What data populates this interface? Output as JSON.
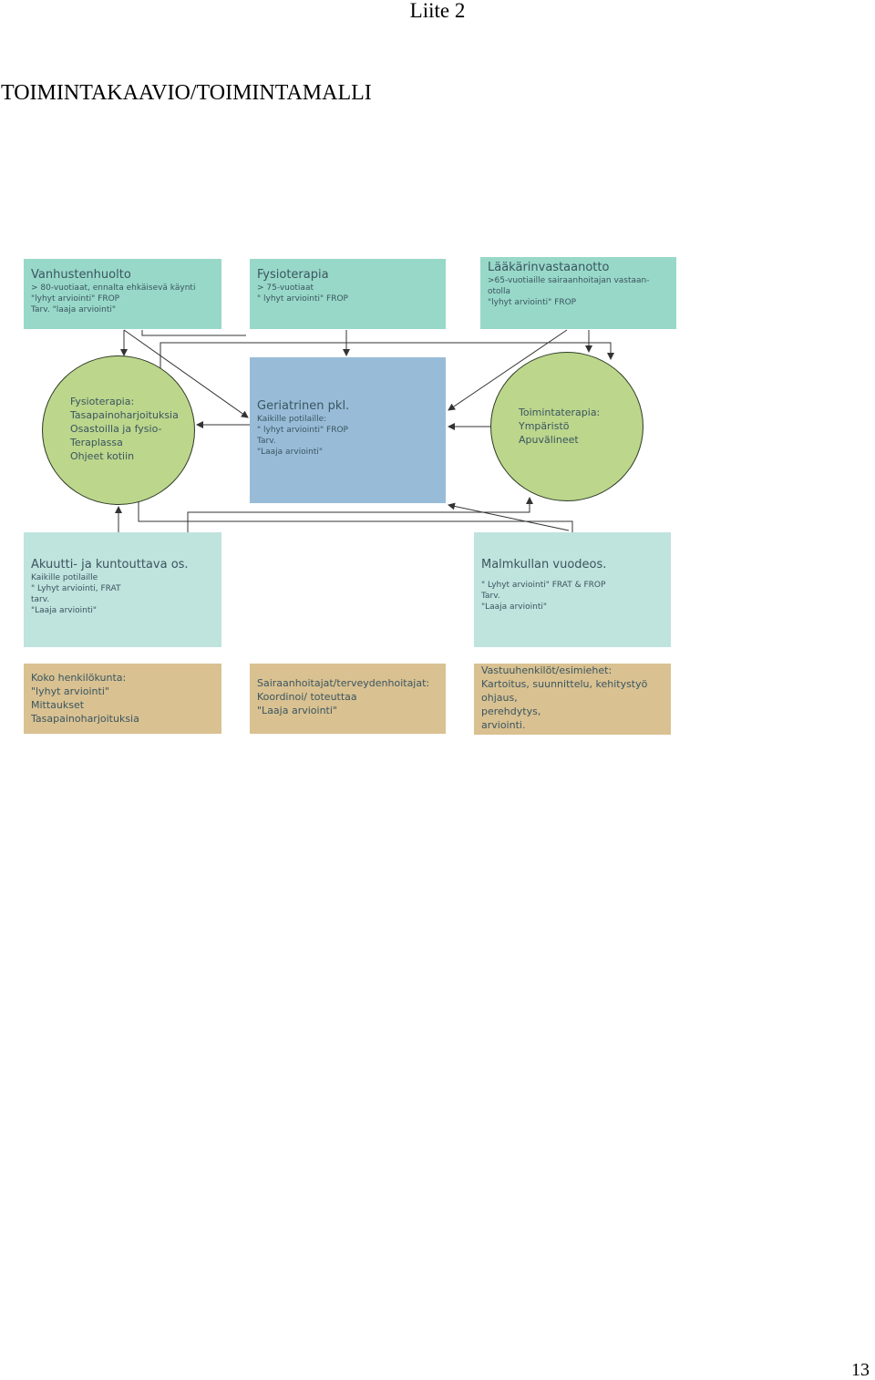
{
  "header": {
    "appendix": "Liite 2"
  },
  "title": "TOIMINTAKAAVIO/TOIMINTAMALLI",
  "page_number": "13",
  "diagram": {
    "vanhustenhuolto": {
      "heading": "Vanhustenhuolto",
      "lines": [
        "> 80-vuotiaat, ennalta ehkäisevä käynti",
        "\"lyhyt arviointi\" FROP",
        "Tarv. \"laaja arviointi\""
      ]
    },
    "fysioterapia_top": {
      "heading": "Fysioterapia",
      "lines": [
        "> 75-vuotiaat",
        "\" lyhyt arviointi\" FROP"
      ]
    },
    "laakarinvastaanotto": {
      "heading": "Lääkärinvastaanotto",
      "lines": [
        ">65-vuotiaille sairaanhoitajan vastaan-",
        "otolla",
        "\"lyhyt arviointi\" FROP"
      ]
    },
    "fysioterapia_circle": {
      "lines": [
        "Fysioterapia:",
        "Tasapainoharjoituksia",
        "Osastoilla ja fysio-",
        "Teraplassa",
        "Ohjeet kotiin"
      ]
    },
    "geriatrinen": {
      "heading": "Geriatrinen pkl.",
      "lines": [
        "Kaikille potilaille:",
        "\" lyhyt arviointi\" FROP",
        "Tarv.",
        "\"Laaja arviointi\""
      ]
    },
    "toimintaterapia_circle": {
      "lines": [
        "Toimintaterapia:",
        "Ympäristö",
        "Apuvälineet"
      ]
    },
    "akuutti": {
      "heading": "Akuutti- ja kuntouttava os.",
      "lines": [
        "Kaikille potilaille",
        "\" Lyhyt arviointi, FRAT",
        "tarv.",
        "\"Laaja arviointi\""
      ]
    },
    "malmkulla": {
      "heading": "Malmkullan vuodeos.",
      "lines": [
        "\" Lyhyt arviointi\" FRAT & FROP",
        "Tarv.",
        "\"Laaja arviointi\""
      ]
    },
    "henkilokunta": {
      "lines": [
        "Koko henkilökunta:",
        "\"lyhyt arviointi\"",
        "Mittaukset",
        "Tasapainoharjoituksia"
      ]
    },
    "sairaanhoitajat": {
      "lines": [
        "Sairaanhoitajat/terveydenhoitajat:",
        "Koordinoi/ toteuttaa",
        "\"Laaja arviointi\""
      ]
    },
    "vastuuhenkilot": {
      "lines": [
        "Vastuuhenkilöt/esimiehet:",
        "Kartoitus, suunnittelu, kehitystyö",
        "ohjaus,",
        "perehdytys,",
        "arviointi."
      ]
    },
    "colors": {
      "teal": "#98d8c8",
      "light_teal": "#bfe3dd",
      "blue": "#98bcd8",
      "green": "#bcd68c",
      "tan": "#d9c191",
      "text": "#3a5560"
    }
  }
}
